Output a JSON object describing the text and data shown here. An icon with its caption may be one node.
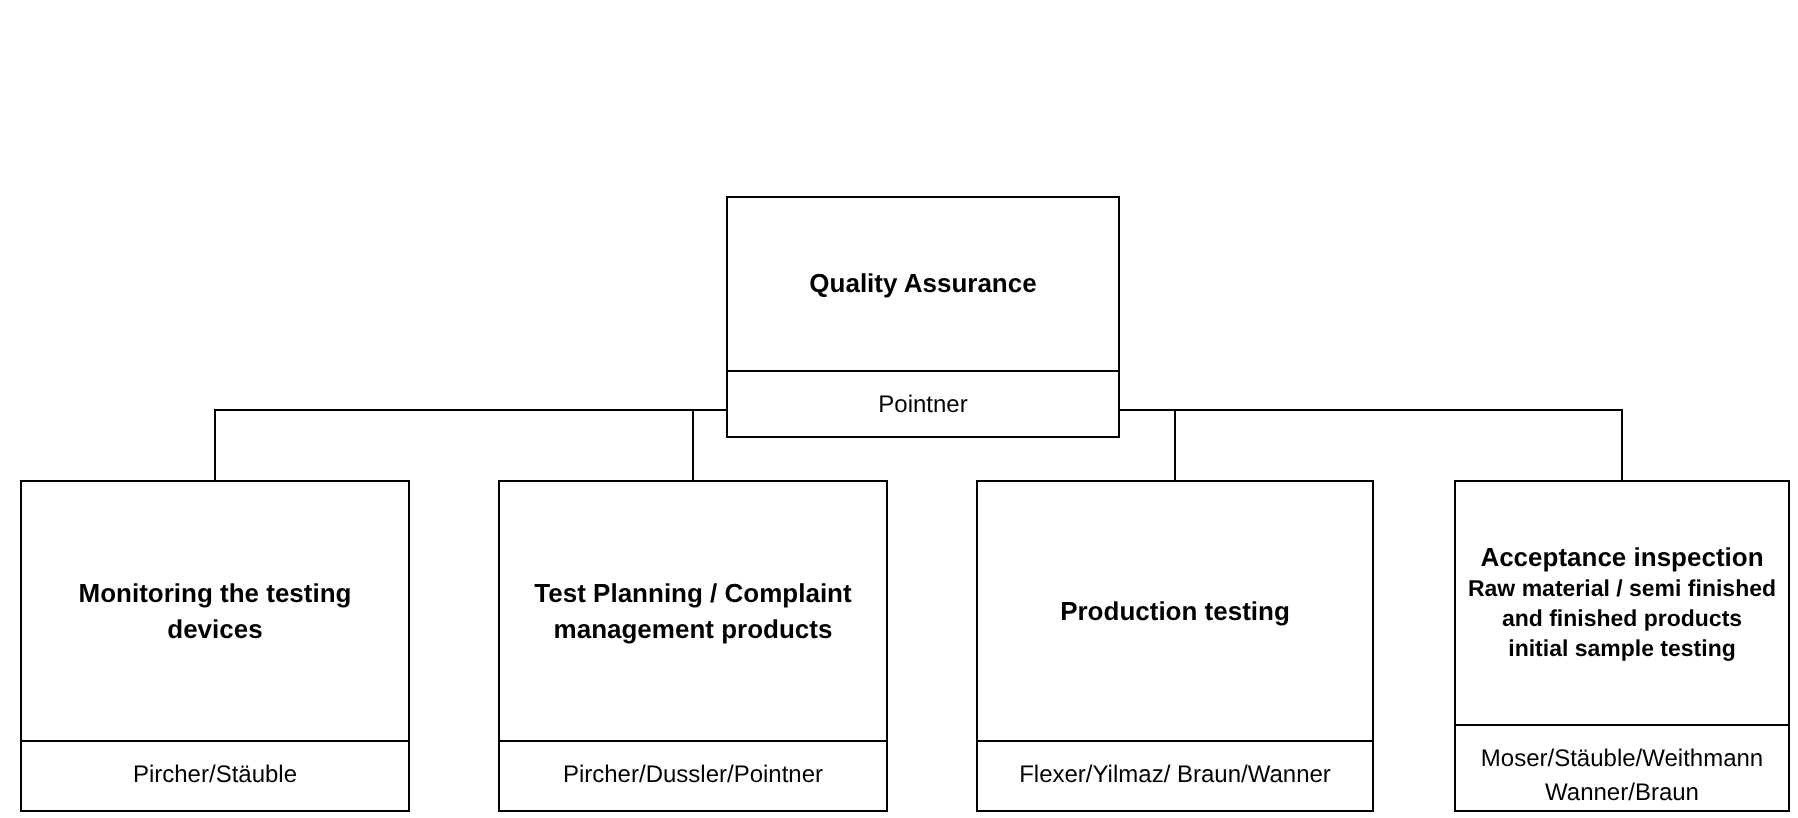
{
  "diagram": {
    "nodes": [
      {
        "text": [
          "Quality Assurance",
          "Pointner"
        ]
      },
      {
        "text": [
          "Monitoring the testing devices",
          "Pircher/Stäuble"
        ]
      },
      {
        "text": [
          "Test Planning / Complaint management products",
          "Pircher/Dussler/Pointner"
        ]
      },
      {
        "text": [
          "Production testing",
          "Flexer/Yilmaz/ Braun/Wanner"
        ]
      },
      {
        "text": [
          "Acceptance inspection",
          "Raw material / semi finished and finished products",
          "initial sample testing",
          "Moser/Stäuble/Weithmann Wanner/Braun"
        ]
      }
    ],
    "edges": [
      {
        "from": 0,
        "to": 1,
        "arrow": "none"
      },
      {
        "from": 0,
        "to": 2,
        "arrow": "none"
      },
      {
        "from": 0,
        "to": 3,
        "arrow": "none"
      },
      {
        "from": 0,
        "to": 4,
        "arrow": "none"
      }
    ]
  }
}
